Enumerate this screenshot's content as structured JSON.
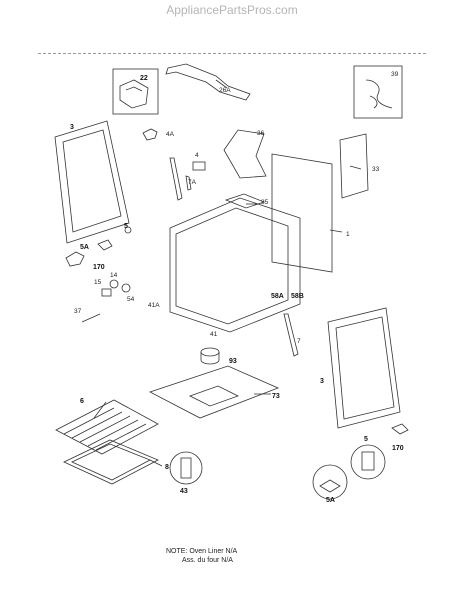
{
  "header": {
    "site": "AppliancePartsPros.com"
  },
  "labels": {
    "p22": "22",
    "p26a": "26A",
    "p39": "39",
    "p3a": "3",
    "p4a": "4A",
    "p36": "36",
    "p4": "4",
    "p7a": "7A",
    "p33": "33",
    "p35": "35",
    "p1": "1",
    "p5a": "5A",
    "p5": "5",
    "p170": "170",
    "p14": "14",
    "p15": "15",
    "p54": "54",
    "p37": "37",
    "p41a": "41A",
    "p58a": "58A",
    "p58b": "58B",
    "p41": "41",
    "p7": "7",
    "p93": "93",
    "p3b": "3",
    "p73": "73",
    "p6": "6",
    "p8": "8",
    "p43": "43",
    "p5a2": "5A",
    "p5b": "5",
    "p170b": "170"
  },
  "note": {
    "line1": "NOTE: Oven Liner N/A",
    "line2": "Ass. du four N/A"
  }
}
